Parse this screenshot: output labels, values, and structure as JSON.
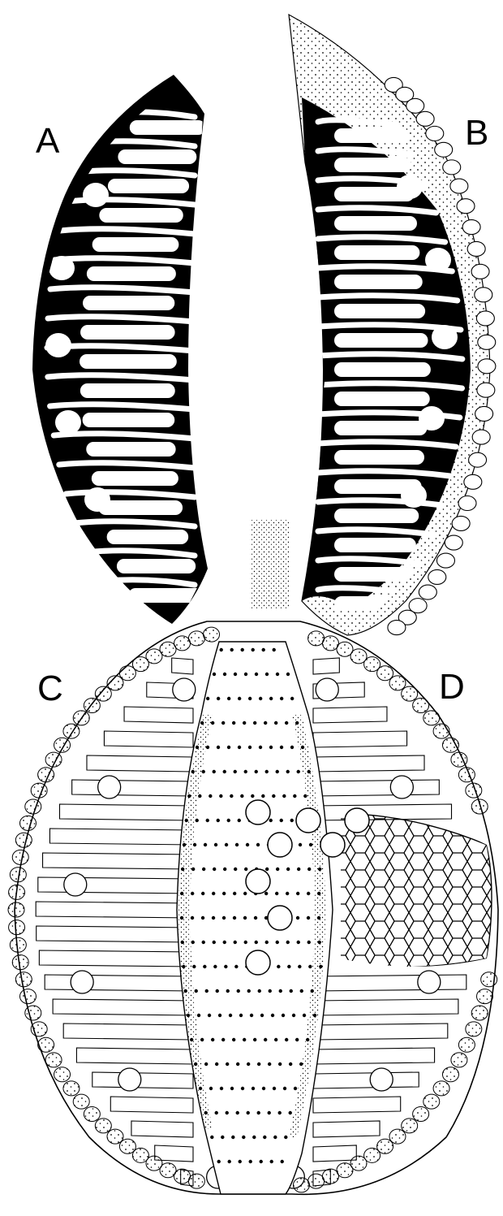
{
  "figure": {
    "panel_labels": {
      "a": "A",
      "b": "B",
      "c": "C",
      "d": "D"
    },
    "colors": {
      "ink": "#000000",
      "paper": "#ffffff",
      "stipple": "#000000"
    }
  }
}
